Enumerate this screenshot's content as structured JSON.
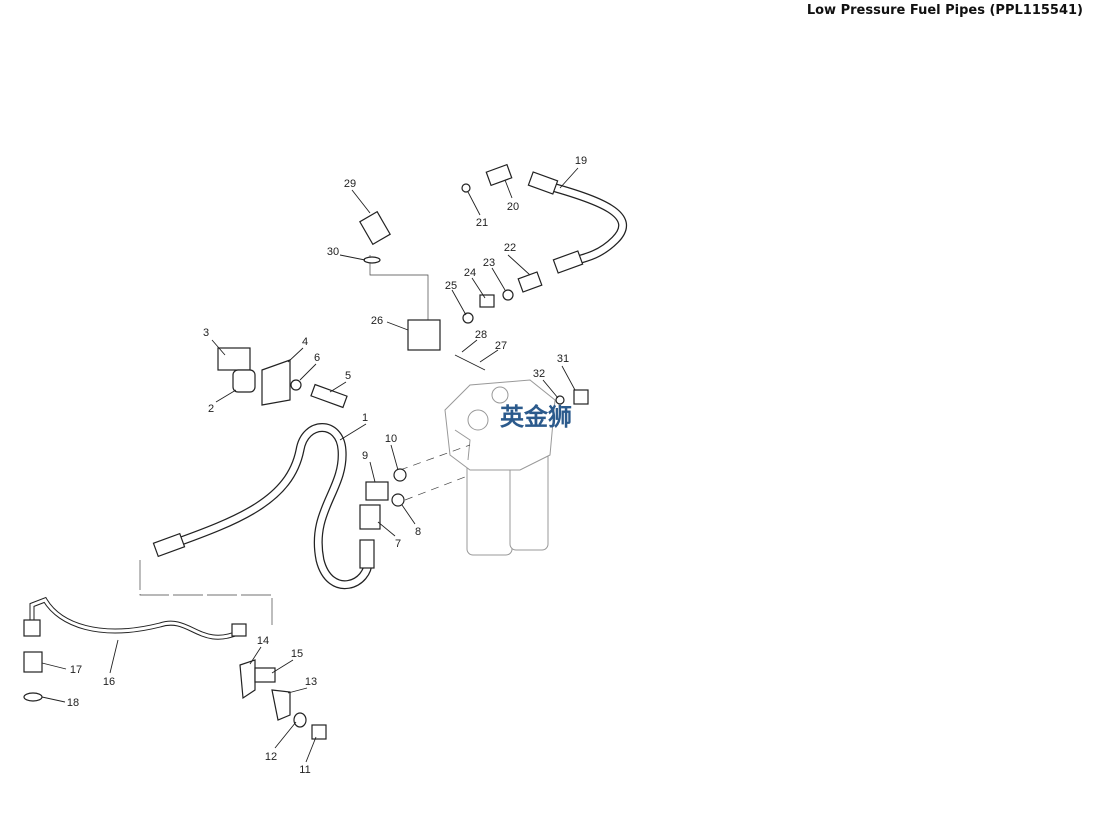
{
  "title": "Low Pressure Fuel Pipes (PPL115541)",
  "watermark": "英金狮",
  "callouts": [
    "29",
    "30",
    "21",
    "20",
    "19",
    "22",
    "23",
    "24",
    "25",
    "26",
    "28",
    "27",
    "3",
    "4",
    "6",
    "5",
    "2",
    "1",
    "31",
    "32",
    "10",
    "9",
    "8",
    "7",
    "14",
    "15",
    "13",
    "17",
    "16",
    "18",
    "12",
    "11"
  ]
}
